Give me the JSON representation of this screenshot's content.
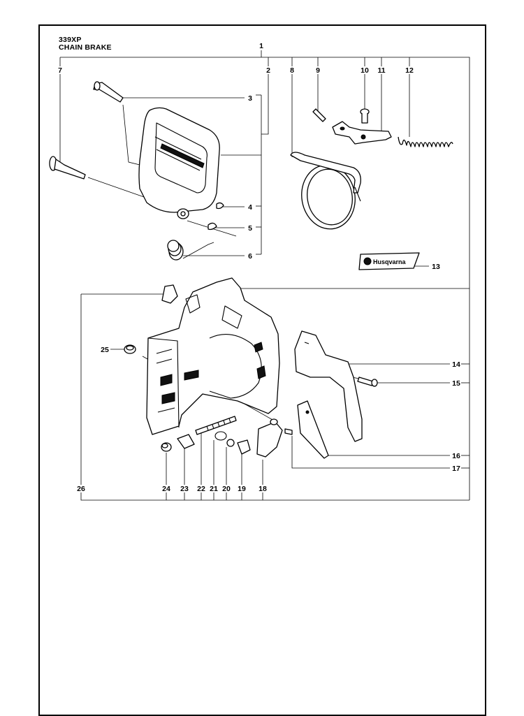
{
  "header": {
    "model": "339XP",
    "section": "CHAIN BRAKE"
  },
  "part_numbers": {
    "p1": "1",
    "p2": "2",
    "p3": "3",
    "p4": "4",
    "p5": "5",
    "p6": "6",
    "p7": "7",
    "p8": "8",
    "p9": "9",
    "p10": "10",
    "p11": "11",
    "p12": "12",
    "p13": "13",
    "p14": "14",
    "p15": "15",
    "p16": "16",
    "p17": "17",
    "p18": "18",
    "p19": "19",
    "p20": "20",
    "p21": "21",
    "p22": "22",
    "p23": "23",
    "p24": "24",
    "p25": "25",
    "p26": "26"
  },
  "logo": {
    "brand": "Husqvarna"
  }
}
